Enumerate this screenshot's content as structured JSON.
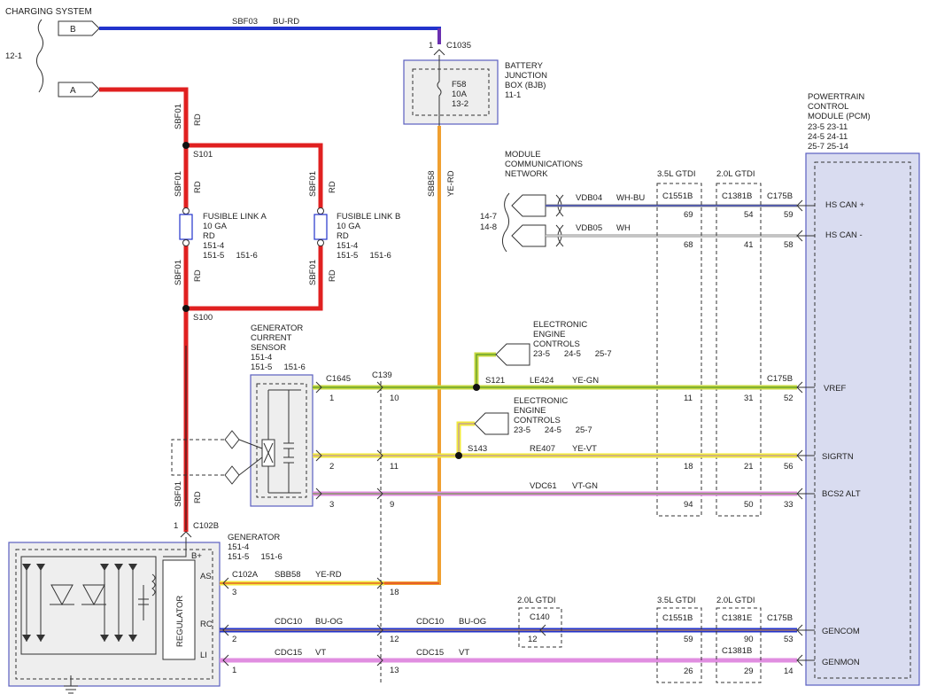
{
  "header": {
    "system_title": "CHARGING SYSTEM",
    "page_ref": "12-1"
  },
  "colors": {
    "red": "#e02020",
    "blue": "#2233cc",
    "purple": "#6a2fb0",
    "orange": "#f0a030",
    "yellow": "#f2ea3a",
    "yellow_green": "#c8d840",
    "green": "#5a9a2a",
    "violet": "#e08ee0",
    "gray": "#8a8a8a",
    "pcm_fill": "#d9dcf0",
    "module_stroke": "#5a5fc0",
    "box_fill": "#eeeeee"
  },
  "offpage": {
    "b": {
      "label": "B"
    },
    "a": {
      "label": "A"
    }
  },
  "wires": {
    "sbf03": {
      "circuit": "SBF03",
      "color": "BU-RD"
    },
    "sbf01_top": {
      "circuit": "SBF01",
      "color": "RD"
    },
    "sbf01_left_a": {
      "circuit": "SBF01",
      "color": "RD"
    },
    "sbf01_left_b": {
      "circuit": "SBF01",
      "color": "RD"
    },
    "sbf01_right_a": {
      "circuit": "SBF01",
      "color": "RD"
    },
    "sbf01_right_b": {
      "circuit": "SBF01",
      "color": "RD"
    },
    "sbf01_bottom": {
      "circuit": "SBF01",
      "color": "RD"
    },
    "sbb58": {
      "circuit": "SBB58",
      "color": "YE-RD"
    },
    "sbb58_gen": {
      "circuit": "SBB58",
      "color": "YE-RD"
    },
    "vdb04": {
      "circuit": "VDB04",
      "color": "WH-BU"
    },
    "vdb05": {
      "circuit": "VDB05",
      "color": "WH"
    },
    "le424": {
      "circuit": "LE424",
      "color": "YE-GN"
    },
    "re407": {
      "circuit": "RE407",
      "color": "YE-VT"
    },
    "vdc61": {
      "circuit": "VDC61",
      "color": "VT-GN"
    },
    "cdc10_a": {
      "circuit": "CDC10",
      "color": "BU-OG"
    },
    "cdc10_b": {
      "circuit": "CDC10",
      "color": "BU-OG"
    },
    "cdc15_a": {
      "circuit": "CDC15",
      "color": "VT"
    },
    "cdc15_b": {
      "circuit": "CDC15",
      "color": "VT"
    }
  },
  "splices": {
    "s101": "S101",
    "s100": "S100",
    "s121": "S121",
    "s143": "S143"
  },
  "connectors": {
    "c1035": "C1035",
    "c1035_pin": "1",
    "c102b": "C102B",
    "c102b_pin": "1",
    "c1645": "C1645",
    "c139": "C139",
    "c102a": "C102A",
    "c175b_can": "C175B",
    "c175b_vref": "C175B",
    "c175b_gen": "C175B",
    "c1551b_can": "C1551B",
    "c1381b_can": "C1381B",
    "c1551b_gen": "C1551B",
    "c1381e_gen": "C1381E",
    "c1381b_mon": "C1381B",
    "c140": "C140"
  },
  "bjb": {
    "title_lines": [
      "BATTERY",
      "JUNCTION",
      "BOX (BJB)",
      "11-1"
    ],
    "fuse_lines": [
      "F58",
      "10A",
      "13-2"
    ]
  },
  "fusible_links": {
    "a": {
      "lines": [
        "FUSIBLE LINK A",
        "10 GA",
        "RD",
        "151-4",
        "151-5     151-6"
      ]
    },
    "b": {
      "lines": [
        "FUSIBLE LINK B",
        "10 GA",
        "RD",
        "151-4",
        "151-5     151-6"
      ]
    }
  },
  "sensor": {
    "lines": [
      "GENERATOR",
      "CURRENT",
      "SENSOR",
      "151-4",
      "151-5     151-6"
    ]
  },
  "generator": {
    "lines": [
      "GENERATOR",
      "151-4",
      "151-5     151-6"
    ],
    "regulator": "REGULATOR",
    "terminals": {
      "bplus": "B+",
      "as": "AS",
      "rc": "RC",
      "li": "LI"
    }
  },
  "mcn": {
    "lines": [
      "MODULE",
      "COMMUNICATIONS",
      "NETWORK"
    ],
    "refs": [
      "14-7",
      "14-8"
    ]
  },
  "eec": {
    "upper": {
      "lines": [
        "ELECTRONIC",
        "ENGINE",
        "CONTROLS",
        "23-5      24-5      25-7"
      ]
    },
    "lower": {
      "lines": [
        "ELECTRONIC",
        "ENGINE",
        "CONTROLS",
        "23-5      24-5      25-7"
      ]
    }
  },
  "pcm": {
    "lines": [
      "POWERTRAIN",
      "CONTROL",
      "MODULE (PCM)"
    ],
    "refs": [
      "23-5      23-11",
      "24-5      24-11",
      "25-7      25-14"
    ],
    "pins": {
      "hs_can_plus": "HS CAN +",
      "hs_can_minus": "HS CAN -",
      "vref": "VREF",
      "sigrtn": "SIGRTN",
      "bcs2_alt": "BCS2 ALT",
      "gencom": "GENCOM",
      "genmon": "GENMON"
    }
  },
  "engine_labels": {
    "gtdi35_top": "3.5L GTDI",
    "gtdi20_top": "2.0L GTDI",
    "gtdi35_bot": "3.5L GTDI",
    "gtdi20_bot": "2.0L GTDI",
    "gtdi20_c140": "2.0L GTDI"
  },
  "pins": {
    "p69": "69",
    "p54": "54",
    "p59": "59",
    "p68": "68",
    "p41": "41",
    "p58": "58",
    "p1_vref": "1",
    "p10": "10",
    "p11_vref": "11",
    "p31": "31",
    "p52": "52",
    "p2_sig": "2",
    "p11_sig": "11",
    "p18_sig": "18",
    "p21": "21",
    "p56": "56",
    "p3": "3",
    "p9": "9",
    "p94": "94",
    "p50": "50",
    "p33": "33",
    "p3_as": "3",
    "p18_as": "18",
    "p2_rc": "2",
    "p12_rc": "12",
    "p12_c140": "12",
    "p59_gen": "59",
    "p90": "90",
    "p53": "53",
    "p1_li": "1",
    "p13": "13",
    "p26": "26",
    "p29": "29",
    "p14": "14"
  }
}
